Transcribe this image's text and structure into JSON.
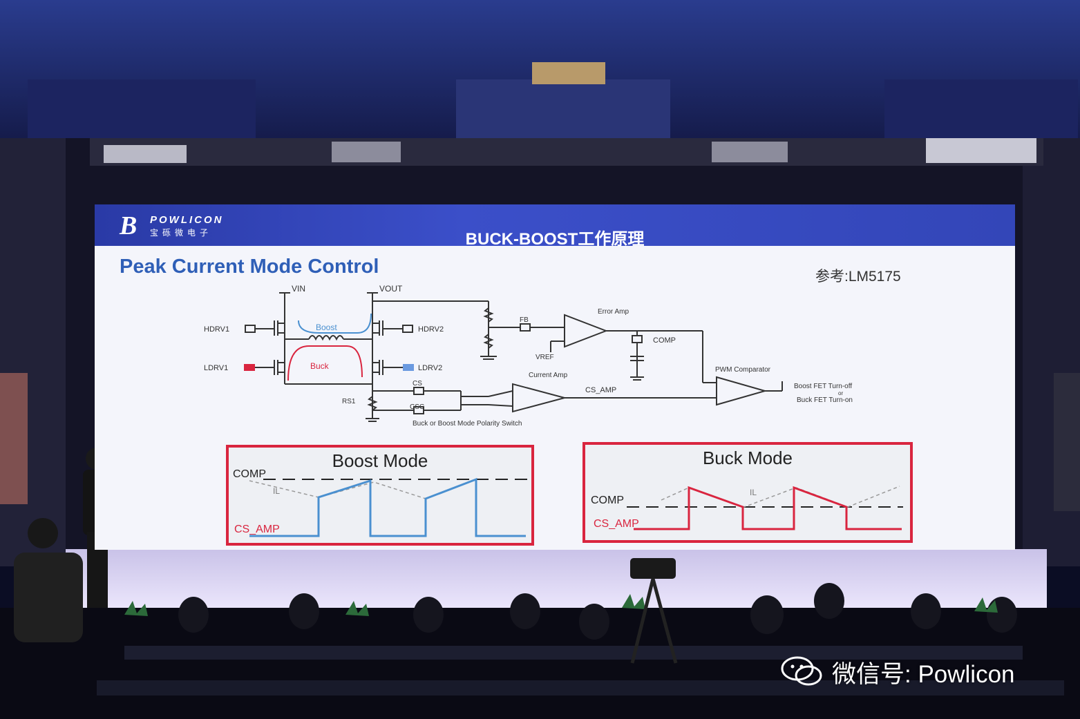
{
  "slide": {
    "logo_en": "POWLICON",
    "logo_cn": "宝砾微电子",
    "title": "BUCK-BOOST工作原理",
    "subtitle": "Peak Current Mode Control",
    "reference": "参考:LM5175"
  },
  "circuit_labels": {
    "vin": "VIN",
    "vout": "VOUT",
    "hdrv1": "HDRV1",
    "ldrv1": "LDRV1",
    "hdrv2": "HDRV2",
    "ldrv2": "LDRV2",
    "boost": "Boost",
    "buck": "Buck",
    "rs1": "RS1",
    "cs": "CS",
    "csg": "CSG",
    "fb": "FB",
    "vref": "VREF",
    "error_amp": "Error Amp",
    "comp": "COMP",
    "current_amp": "Current Amp",
    "cs_amp": "CS_AMP",
    "pwm_comparator": "PWM Comparator",
    "polarity_switch": "Buck or Boost Mode Polarity Switch",
    "output_line1": "Boost FET Turn-off",
    "output_line2": "or",
    "output_line3": "Buck FET Turn-on"
  },
  "boost_panel": {
    "title": "Boost Mode",
    "comp_label": "COMP",
    "il_label": "IL",
    "cs_amp_label": "CS_AMP"
  },
  "buck_panel": {
    "title": "Buck Mode",
    "comp_label": "COMP",
    "il_label": "IL",
    "cs_amp_label": "CS_AMP"
  },
  "watermark": "微信号: Powlicon",
  "colors": {
    "banner": "#3346b8",
    "title_blue": "#2f5fb7",
    "panel_border": "#d9253f",
    "boost_wave": "#4a90d0",
    "buck_wave": "#d9253f",
    "ldrv1_fill": "#d9253f",
    "ldrv2_fill": "#6a9ae0"
  }
}
